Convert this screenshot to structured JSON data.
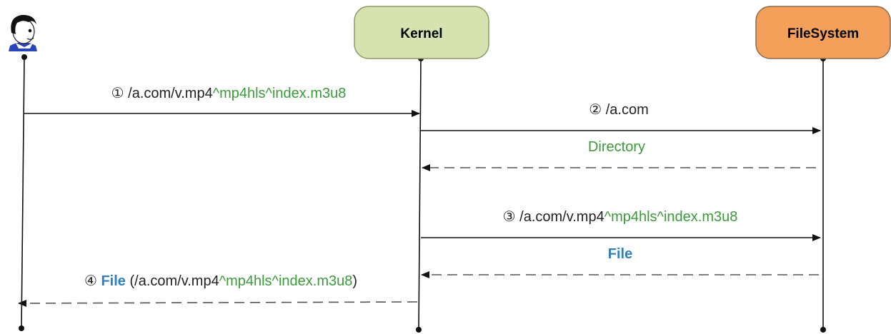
{
  "participants": {
    "user": {
      "icon": "user-avatar-icon"
    },
    "kernel": {
      "label": "Kernel",
      "fill": "#d6e2b0",
      "stroke": "#8b9a62"
    },
    "filesystem": {
      "label": "FileSystem",
      "fill": "#f4a05b",
      "stroke": "#8c6b4d"
    }
  },
  "colors": {
    "green": "#3a9a3a",
    "blue": "#2f7fc1",
    "text": "#222222"
  },
  "messages": {
    "m1": {
      "num": "①",
      "path": "/a.com/v.mp4",
      "suffix": "^mp4hls^index.m3u8"
    },
    "m2": {
      "num": "②",
      "path": "/a.com"
    },
    "m2r": {
      "label": "Directory"
    },
    "m3": {
      "num": "③",
      "path": "/a.com/v.mp4",
      "suffix": "^mp4hls^index.m3u8"
    },
    "m3r": {
      "label": "File"
    },
    "m4": {
      "num": "④",
      "file": "File",
      "open": "(/a.com/v.mp4",
      "suffix": "^mp4hls^index.m3u8",
      "close": ")"
    }
  }
}
